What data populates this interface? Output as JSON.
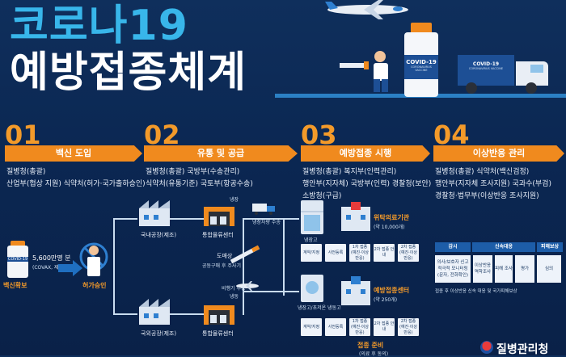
{
  "header": {
    "line1": "코로나19",
    "line2": "예방접종체계"
  },
  "hero": {
    "bottle_label": "COVID-19",
    "bottle_sub": "CORONAVIRUS VACCINE",
    "truck_label": "COVID-19",
    "truck_sub": "CORONAVIRUS VACCINE"
  },
  "steps": [
    {
      "num": "01",
      "title": "백신 도입",
      "lines": [
        "질병청(총괄)",
        "산업부(협상 지원) 식약처(허가·국가출하승인)"
      ]
    },
    {
      "num": "02",
      "title": "유통 및 공급",
      "lines": [
        "질병청(총괄) 국방부(수송관리)",
        "식약처(유통기준) 국토부(항공수송)"
      ]
    },
    {
      "num": "03",
      "title": "예방접종 시행",
      "lines": [
        "질병청(총괄) 복지부(인력관리)",
        "행안부(지자체) 국방부(인력) 경찰청(보안)",
        "소방청(구급)"
      ]
    },
    {
      "num": "04",
      "title": "이상반응 관리",
      "lines": [
        "질병청(총괄) 식약처(백신검정)",
        "행안부(지자체 조사지원) 국과수(부검)",
        "경찰청·법무부(이상반응 조사지원)"
      ]
    }
  ],
  "flow": {
    "vaccine_intake": "백신확보",
    "vaccine_bottle_label": "COVID-19",
    "amount": "5,600만명 분",
    "amount_sub": "(COVAX, 제약사)",
    "approval": "허가승인",
    "domestic_factory": "국내공장(제조)",
    "overseas_factory": "국외공장(제조)",
    "cold_label_1": "냉장",
    "cold_label_2": "냉동",
    "logistics_center_1": "통합물류센터",
    "logistics_center_2": "통합물류센터",
    "cold_truck": "냉장차량 수송",
    "air_transport": "비행기 수송",
    "island": "도매상",
    "island_sub": "공동구매 후 주사기",
    "fridge_1": "냉장고",
    "fridge_2": "냉장고/초저온 냉동고",
    "site_1": "위탁의료기관",
    "site_1_sub": "(약 10,000개)",
    "site_2": "예방접종센터",
    "site_2_sub": "(약 250개)",
    "process_1": [
      "계약/지정",
      "사전등록",
      "1차 접종 (예진·이상반응)",
      "2차 접종 안내",
      "2차 접종 (예진·이상반응)"
    ],
    "process_2": [
      "계약/지정",
      "사전등록",
      "1차 접종 (예진·이상반응)",
      "2차 접종 안내",
      "2차 접종 (예진·이상반응)"
    ],
    "prep": "접종 준비",
    "prep_sub": "(의료 후 동의)"
  },
  "side_effects": {
    "headers": [
      "감시",
      "신속대응",
      "피해보상"
    ],
    "cells": [
      "의사/보호자 신고 적극적 모니터링 (문자, 전화확인)",
      "이상반응 역학조사",
      "피해 조사",
      "평가",
      "심의"
    ],
    "note": "접종 후 이상반응 신속 대응 및 국가피해보상"
  },
  "footer": {
    "agency": "질병관리청"
  },
  "colors": {
    "accent_orange": "#f08a1e",
    "title_blue": "#38b6ea",
    "background": "#0b2752"
  }
}
